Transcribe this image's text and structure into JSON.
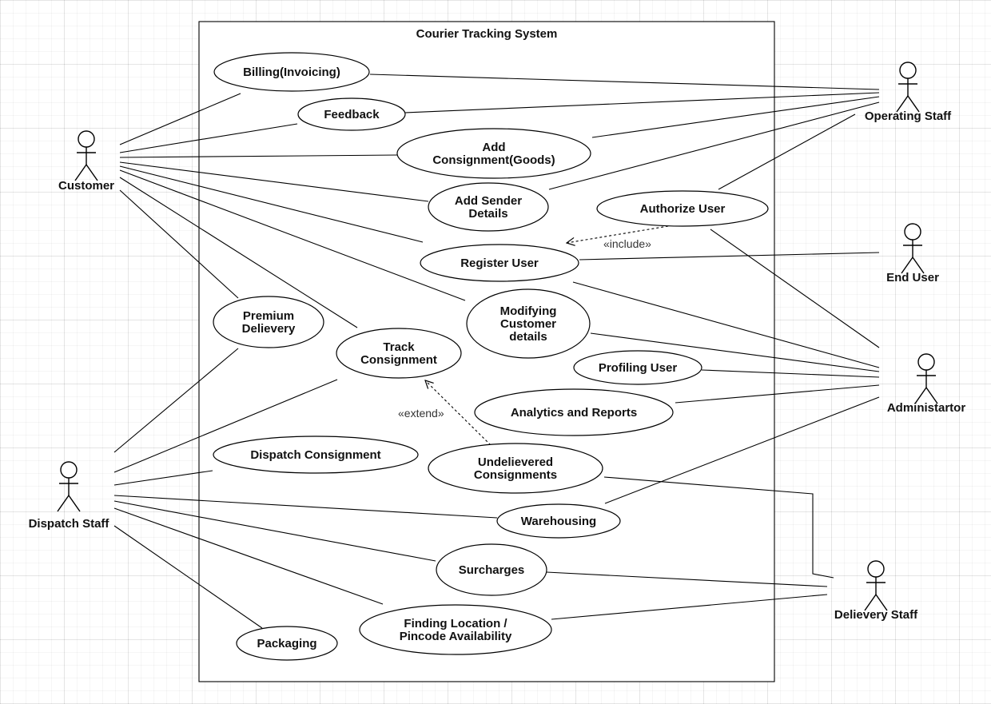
{
  "system": {
    "title": "Courier Tracking System"
  },
  "actors": [
    {
      "id": "customer",
      "name": "Customer"
    },
    {
      "id": "operating-staff",
      "name": "Operating Staff"
    },
    {
      "id": "end-user",
      "name": "End User"
    },
    {
      "id": "administrator",
      "name": "Administartor"
    },
    {
      "id": "dispatch-staff",
      "name": "Dispatch Staff"
    },
    {
      "id": "delivery-staff",
      "name": "Delievery Staff"
    }
  ],
  "use_cases": [
    {
      "id": "billing",
      "label": "Billing(Invoicing)"
    },
    {
      "id": "feedback",
      "label": "Feedback"
    },
    {
      "id": "add-consignment",
      "label": "Add\nConsignment(Goods)"
    },
    {
      "id": "add-sender",
      "label": "Add Sender\nDetails"
    },
    {
      "id": "authorize-user",
      "label": "Authorize User"
    },
    {
      "id": "register-user",
      "label": "Register User"
    },
    {
      "id": "premium-delivery",
      "label": "Premium\nDelievery"
    },
    {
      "id": "modifying-customer",
      "label": "Modifying\nCustomer\ndetails"
    },
    {
      "id": "track-consignment",
      "label": "Track\nConsignment"
    },
    {
      "id": "profiling-user",
      "label": "Profiling User"
    },
    {
      "id": "analytics-reports",
      "label": "Analytics and Reports"
    },
    {
      "id": "dispatch-consignment",
      "label": "Dispatch Consignment"
    },
    {
      "id": "undelivered",
      "label": "Undelievered\nConsignments"
    },
    {
      "id": "warehousing",
      "label": "Warehousing"
    },
    {
      "id": "surcharges",
      "label": "Surcharges"
    },
    {
      "id": "finding-location",
      "label": "Finding Location /\nPincode Availability"
    },
    {
      "id": "packaging",
      "label": "Packaging"
    }
  ],
  "relationships": [
    {
      "type": "include",
      "label": "«include»",
      "from": "authorize-user",
      "to": "register-user"
    },
    {
      "type": "extend",
      "label": "«extend»",
      "from": "undelivered",
      "to": "track-consignment"
    }
  ],
  "associations": [
    {
      "actor": "customer",
      "use_case": "billing"
    },
    {
      "actor": "customer",
      "use_case": "feedback"
    },
    {
      "actor": "customer",
      "use_case": "add-consignment"
    },
    {
      "actor": "customer",
      "use_case": "add-sender"
    },
    {
      "actor": "customer",
      "use_case": "register-user"
    },
    {
      "actor": "customer",
      "use_case": "modifying-customer"
    },
    {
      "actor": "customer",
      "use_case": "track-consignment"
    },
    {
      "actor": "customer",
      "use_case": "premium-delivery"
    },
    {
      "actor": "operating-staff",
      "use_case": "billing"
    },
    {
      "actor": "operating-staff",
      "use_case": "feedback"
    },
    {
      "actor": "operating-staff",
      "use_case": "add-consignment"
    },
    {
      "actor": "operating-staff",
      "use_case": "add-sender"
    },
    {
      "actor": "operating-staff",
      "use_case": "authorize-user"
    },
    {
      "actor": "end-user",
      "use_case": "register-user"
    },
    {
      "actor": "administrator",
      "use_case": "authorize-user"
    },
    {
      "actor": "administrator",
      "use_case": "register-user"
    },
    {
      "actor": "administrator",
      "use_case": "modifying-customer"
    },
    {
      "actor": "administrator",
      "use_case": "profiling-user"
    },
    {
      "actor": "administrator",
      "use_case": "analytics-reports"
    },
    {
      "actor": "administrator",
      "use_case": "warehousing"
    },
    {
      "actor": "dispatch-staff",
      "use_case": "premium-delivery"
    },
    {
      "actor": "dispatch-staff",
      "use_case": "track-consignment"
    },
    {
      "actor": "dispatch-staff",
      "use_case": "dispatch-consignment"
    },
    {
      "actor": "dispatch-staff",
      "use_case": "warehousing"
    },
    {
      "actor": "dispatch-staff",
      "use_case": "surcharges"
    },
    {
      "actor": "dispatch-staff",
      "use_case": "finding-location"
    },
    {
      "actor": "dispatch-staff",
      "use_case": "packaging"
    },
    {
      "actor": "delivery-staff",
      "use_case": "undelivered"
    },
    {
      "actor": "delivery-staff",
      "use_case": "surcharges"
    },
    {
      "actor": "delivery-staff",
      "use_case": "finding-location"
    }
  ]
}
